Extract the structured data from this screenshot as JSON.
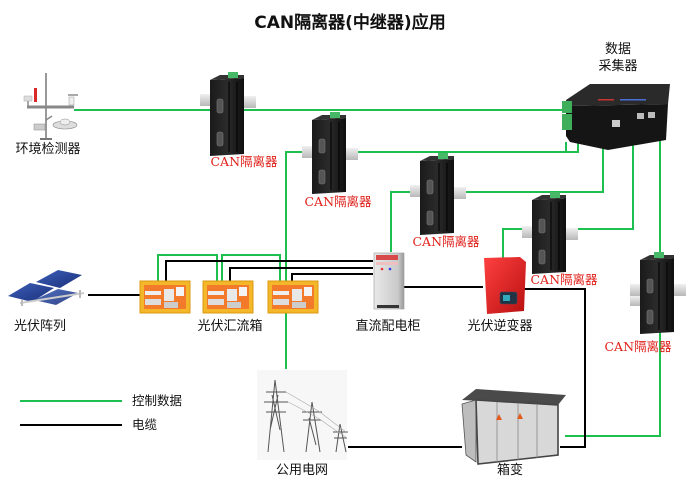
{
  "title": "CAN隔离器(中继器)应用",
  "colors": {
    "control_data": "#1fbf4f",
    "cable": "#000000",
    "isolator_label": "#e0201a",
    "inverter": "#e3232a",
    "combiner_box": "#f5b72a"
  },
  "nodes": {
    "env_monitor": {
      "label": "环境检测器",
      "icon": "weather-station-icon"
    },
    "data_collector": {
      "label_line1": "数据",
      "label_line2": "采集器",
      "icon": "data-collector-icon"
    },
    "pv_array": {
      "label": "光伏阵列",
      "icon": "solar-panel-icon"
    },
    "combiner_boxes": {
      "label": "光伏汇流箱",
      "count": 3,
      "icon": "combiner-box-icon"
    },
    "dc_cabinet": {
      "label": "直流配电柜",
      "icon": "distribution-cabinet-icon"
    },
    "inverter": {
      "label": "光伏逆变器",
      "icon": "inverter-icon"
    },
    "public_grid": {
      "label": "公用电网",
      "icon": "power-tower-icon"
    },
    "box_transformer": {
      "label": "箱变",
      "icon": "box-transformer-icon"
    }
  },
  "isolators": [
    {
      "label": "CAN隔离器"
    },
    {
      "label": "CAN隔离器"
    },
    {
      "label": "CAN隔离器"
    },
    {
      "label": "CAN隔离器"
    },
    {
      "label": "CAN隔离器"
    }
  ],
  "legend": [
    {
      "label": "控制数据",
      "type": "control_data"
    },
    {
      "label": "电缆",
      "type": "cable"
    }
  ]
}
